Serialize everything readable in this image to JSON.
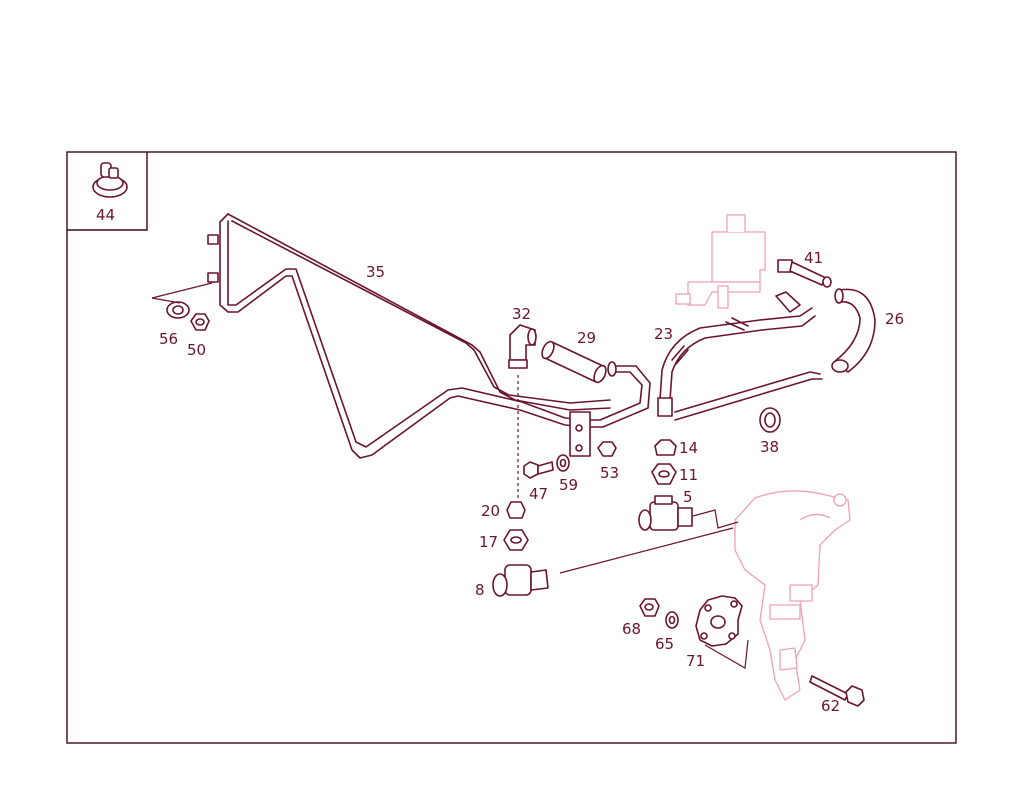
{
  "colors": {
    "line": "#6b1430",
    "ghost": "#f0a0b4",
    "frame": "#3a0a16",
    "background": "#ffffff"
  },
  "labels": {
    "p44": "44",
    "p35": "35",
    "p56": "56",
    "p50": "50",
    "p32": "32",
    "p29": "29",
    "p23": "23",
    "p41": "41",
    "p26": "26",
    "p38": "38",
    "p14": "14",
    "p11": "11",
    "p5": "5",
    "p53": "53",
    "p59": "59",
    "p47": "47",
    "p20": "20",
    "p17": "17",
    "p8": "8",
    "p68": "68",
    "p65": "65",
    "p71": "71",
    "p62": "62"
  }
}
